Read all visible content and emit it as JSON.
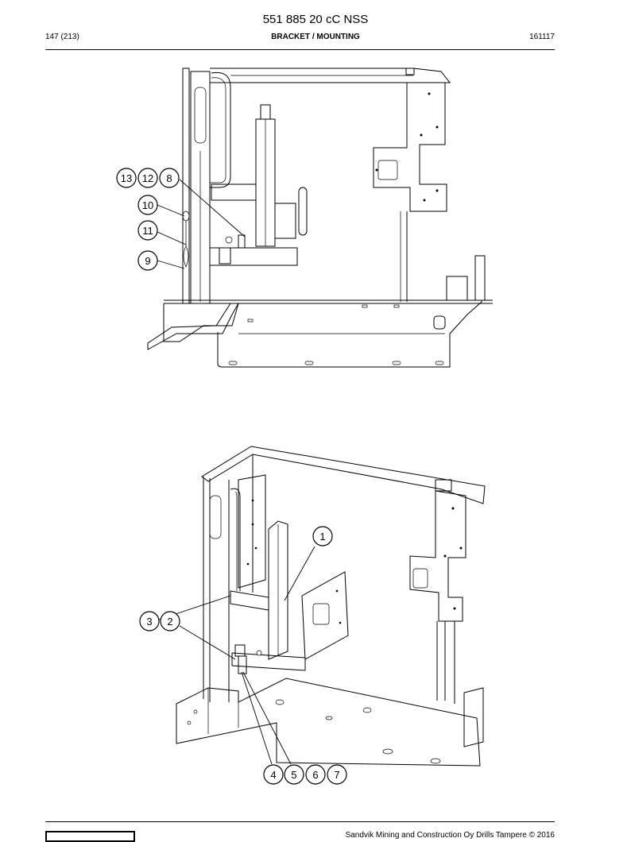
{
  "header": {
    "doc_number": "551 885 20 cC NSS",
    "page_count": "147 (213)",
    "section_title": "BRACKET / MOUNTING",
    "date_code": "161117"
  },
  "figure_top": {
    "callouts": [
      "13",
      "12",
      "8",
      "10",
      "11",
      "9"
    ]
  },
  "figure_bottom": {
    "callouts": [
      "1",
      "3",
      "2",
      "4",
      "5",
      "6",
      "7"
    ]
  },
  "footer": {
    "copyright": "Sandvik Mining and Construction Oy Drills Tampere © 2016"
  }
}
